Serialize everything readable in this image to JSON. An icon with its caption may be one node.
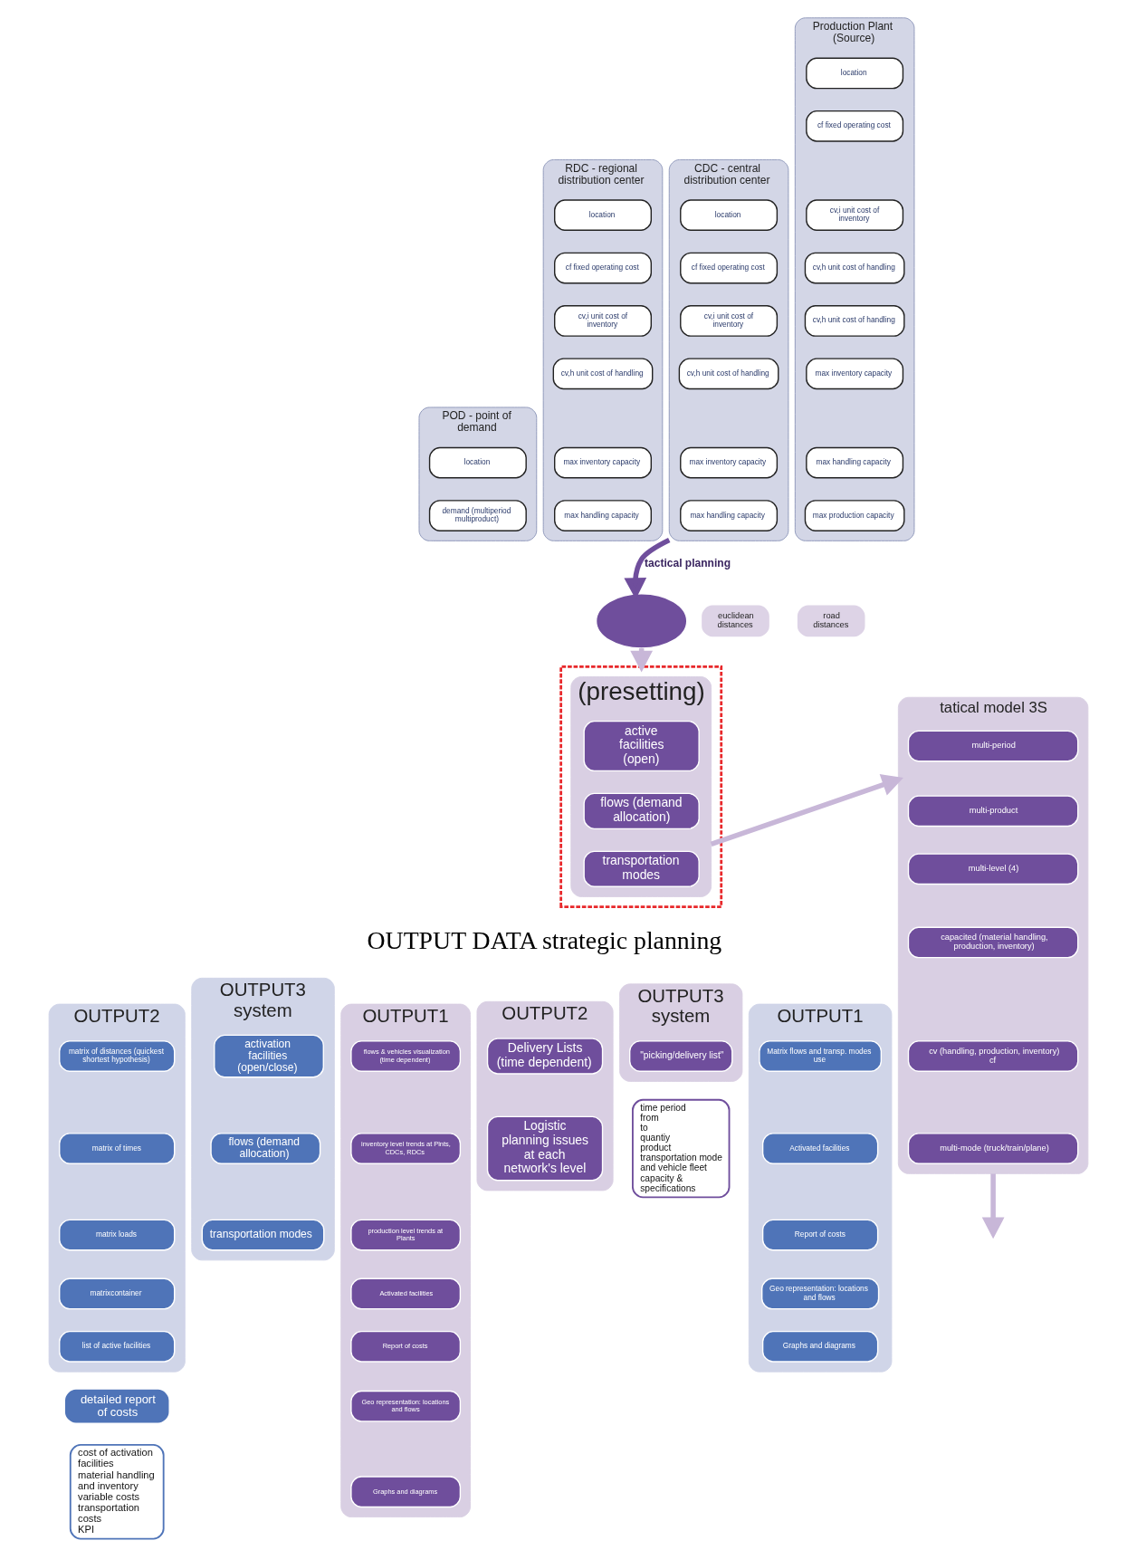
{
  "diagram": {
    "nodes": [
      {
        "text": [
          "POD - point of demand"
        ]
      },
      {
        "text": [
          "location"
        ],
        "in": 0
      },
      {
        "text": [
          "demand (multiperiod multiproduct)"
        ],
        "in": 0
      },
      {
        "text": [
          "RDC - regional distribution center"
        ]
      },
      {
        "text": [
          "location"
        ],
        "in": 3
      },
      {
        "text": [
          "cf fixed operating cost"
        ],
        "in": 3
      },
      {
        "text": [
          "cv,i unit cost of inventory"
        ],
        "in": 3
      },
      {
        "text": [
          "cv,h unit cost of handling"
        ],
        "in": 3
      },
      {
        "text": [
          "max inventory capacity"
        ],
        "in": 3
      },
      {
        "text": [
          "max handling capacity"
        ],
        "in": 3
      },
      {
        "text": [
          "CDC - central distribution center"
        ]
      },
      {
        "text": [
          "location"
        ],
        "in": 10
      },
      {
        "text": [
          "cf fixed operating cost"
        ],
        "in": 10
      },
      {
        "text": [
          "cv,i unit cost of inventory"
        ],
        "in": 10
      },
      {
        "text": [
          "cv,h unit cost of handling"
        ],
        "in": 10
      },
      {
        "text": [
          "max inventory capacity"
        ],
        "in": 10
      },
      {
        "text": [
          "max handling capacity"
        ],
        "in": 10
      },
      {
        "text": [
          "Production Plant (Source)"
        ]
      },
      {
        "text": [
          "location"
        ],
        "in": 17
      },
      {
        "text": [
          "cf fixed operating cost"
        ],
        "in": 17
      },
      {
        "text": [
          "cv,i unit cost of inventory"
        ],
        "in": 17
      },
      {
        "text": [
          "cv,h unit cost of handling"
        ],
        "in": 17
      },
      {
        "text": [
          "cv,h unit cost of handling"
        ],
        "in": 17
      },
      {
        "text": [
          "max inventory capacity"
        ],
        "in": 17
      },
      {
        "text": [
          "max handling capacity"
        ],
        "in": 17
      },
      {
        "text": [
          "max production capacity"
        ],
        "in": 17
      },
      {
        "text": [],
        "shape": "ellipse"
      },
      {
        "text": [
          "euclidean distances"
        ]
      },
      {
        "text": [
          "road distances"
        ]
      },
      {
        "text": [],
        "shape": "box"
      },
      {
        "text": [
          "(presetting)"
        ],
        "in": 29
      },
      {
        "text": [
          "active facilities (open)"
        ],
        "in": 30
      },
      {
        "text": [
          "flows (demand allocation)"
        ],
        "in": 30
      },
      {
        "text": [
          "transportation modes"
        ],
        "in": 30
      },
      {
        "text": [
          "tatical model 3S"
        ]
      },
      {
        "text": [
          "multi-period"
        ],
        "in": 34
      },
      {
        "text": [
          "multi-product"
        ],
        "in": 34
      },
      {
        "text": [
          "multi-level (4)"
        ],
        "in": 34
      },
      {
        "text": [
          "capacited (material handling, production, inventory)"
        ],
        "in": 34
      },
      {
        "text": [
          "cv (handling, production, inventory) cf"
        ],
        "in": 34
      },
      {
        "text": [
          "multi-mode (truck/train/plane)"
        ],
        "in": 34
      },
      {
        "text": [
          "OUTPUT1"
        ]
      },
      {
        "text": [
          "Matrix flows and transp. modes use"
        ],
        "in": 41
      },
      {
        "text": [
          "Activated facilities"
        ],
        "in": 41
      },
      {
        "text": [
          "Report of costs"
        ],
        "in": 41
      },
      {
        "text": [
          "Geo representation: locations and flows"
        ],
        "in": 41
      },
      {
        "text": [
          "Graphs and diagrams"
        ],
        "in": 41
      },
      {
        "text": [
          "OUTPUT2"
        ]
      },
      {
        "text": [
          "matrix of distances (quickest shortest hypothesis)"
        ],
        "in": 47
      },
      {
        "text": [
          "matrix of times"
        ],
        "in": 47
      },
      {
        "text": [
          "matrix loads"
        ],
        "in": 47
      },
      {
        "text": [
          "matrixcontainer"
        ],
        "in": 47
      },
      {
        "text": [
          "list of active facilities"
        ],
        "in": 47
      },
      {
        "text": [
          "detailed report of costs"
        ]
      },
      {
        "text": [
          "cost of activation facilities",
          "material handling and inventory variable costs",
          "transportation costs",
          "KPI"
        ]
      },
      {
        "text": [
          "OUTPUT3 system"
        ]
      },
      {
        "text": [
          "activation facilities (open/close)"
        ],
        "in": 55
      },
      {
        "text": [
          "flows (demand allocation)"
        ],
        "in": 55
      },
      {
        "text": [
          "transportation modes"
        ],
        "in": 55
      },
      {
        "text": [
          "OUTPUT1"
        ]
      },
      {
        "text": [
          "flows & vehicles visualization (time dependent)"
        ],
        "in": 59
      },
      {
        "text": [
          "inventory level trends at Plnts, CDCs, RDCs"
        ],
        "in": 59
      },
      {
        "text": [
          "production level trends at Plants"
        ],
        "in": 59
      },
      {
        "text": [
          "Activated facilities"
        ],
        "in": 59
      },
      {
        "text": [
          "Report of costs"
        ],
        "in": 59
      },
      {
        "text": [
          "Geo representation: locations and flows"
        ],
        "in": 59
      },
      {
        "text": [
          "Graphs and diagrams"
        ],
        "in": 59
      },
      {
        "text": [
          "OUTPUT2"
        ]
      },
      {
        "text": [
          "Delivery Lists (time dependent)"
        ],
        "in": 67
      },
      {
        "text": [
          "Logistic planning issues at each network's level"
        ],
        "in": 67
      },
      {
        "text": [
          "OUTPUT3 system"
        ]
      },
      {
        "text": [
          "\"picking/delivery list\""
        ],
        "in": 70
      },
      {
        "text": [
          "time period",
          "from",
          "to",
          "quantiy",
          "product",
          "transportation mode and vehicle fleet capacity & specifications"
        ]
      }
    ],
    "edges": [
      {
        "from": 10,
        "to": 26,
        "arrow": "to",
        "label": "tactical planning",
        "color": "#6f4e9c"
      },
      {
        "from": 26,
        "to": 29,
        "arrow": "to"
      },
      {
        "from": 30,
        "to": 34,
        "arrow": "to"
      },
      {
        "from": 34,
        "to": null,
        "arrow": "to"
      }
    ],
    "labels": [
      "OUTPUT DATA strategic planning"
    ]
  }
}
